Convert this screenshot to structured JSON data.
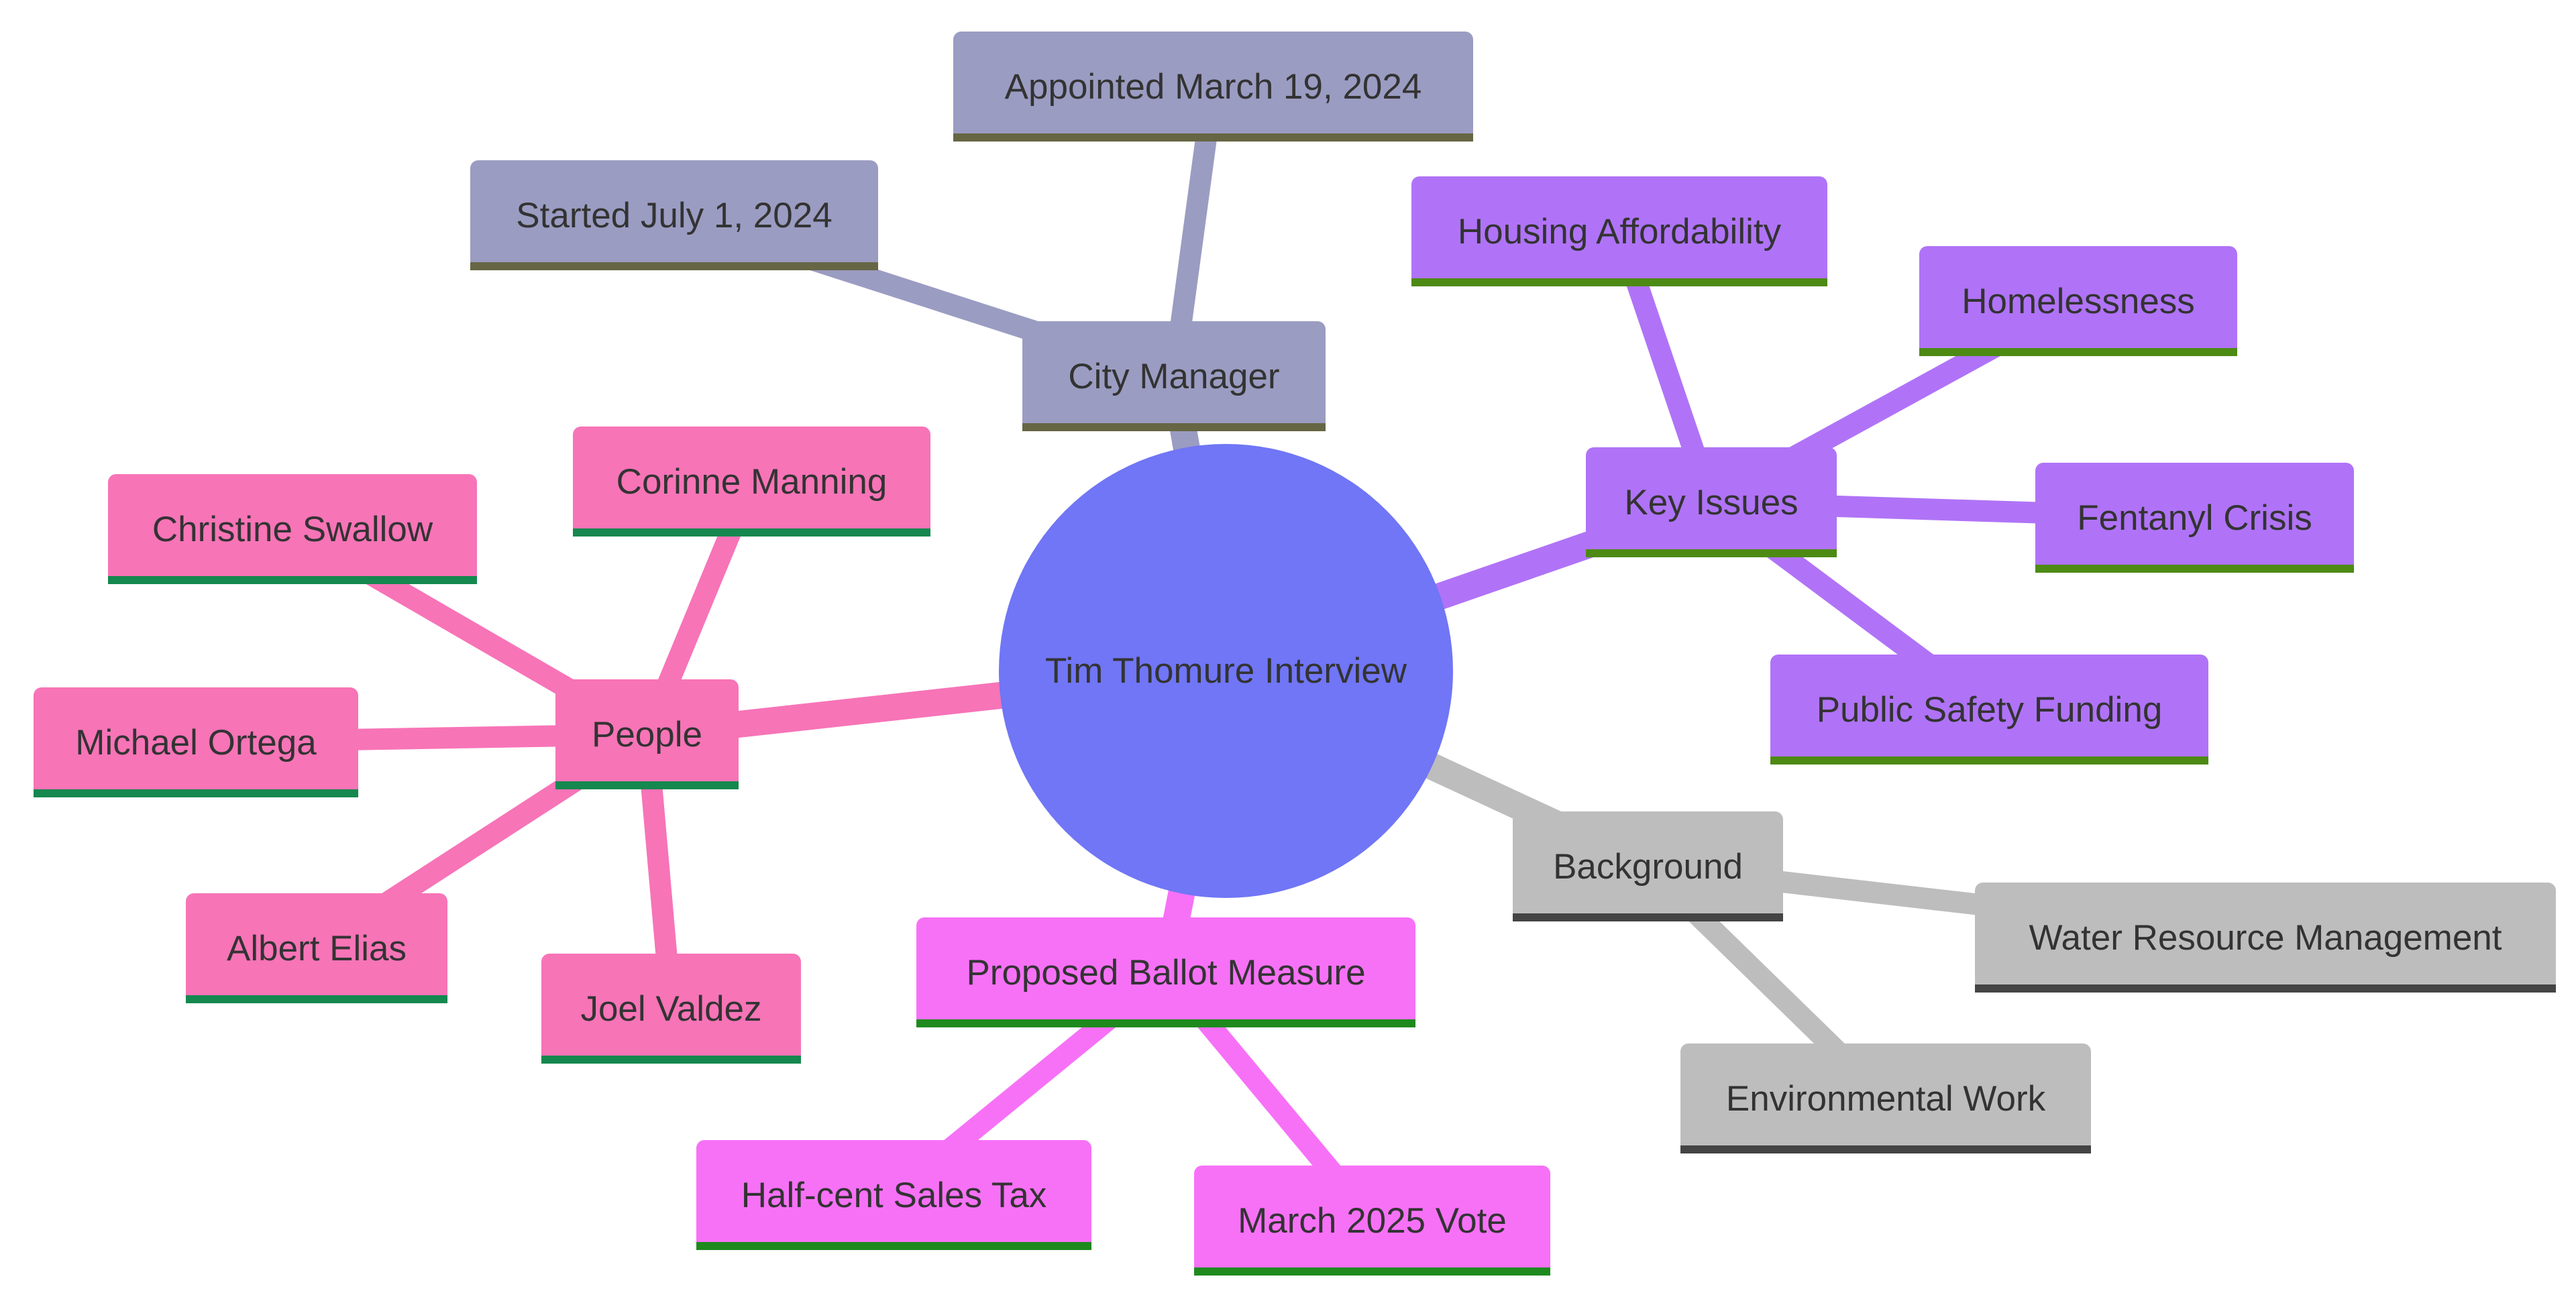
{
  "root": {
    "label": "Tim Thomure Interview",
    "color": "#7076f5"
  },
  "branches": [
    {
      "key": "city-manager",
      "label": "City Manager",
      "color": "#9b9cc2",
      "underline": "#666644",
      "children": [
        "Appointed March 19, 2024",
        "Started July 1, 2024"
      ]
    },
    {
      "key": "key-issues",
      "label": "Key Issues",
      "color": "#b073f7",
      "underline": "#4d8a14",
      "children": [
        "Housing Affordability",
        "Homelessness",
        "Fentanyl Crisis",
        "Public Safety Funding"
      ]
    },
    {
      "key": "background",
      "label": "Background",
      "color": "#bdbdbd",
      "underline": "#444444",
      "children": [
        "Water Resource Management",
        "Environmental Work"
      ]
    },
    {
      "key": "ballot",
      "label": "Proposed Ballot Measure",
      "color": "#f771f7",
      "underline": "#1e8a1e",
      "children": [
        "Half-cent Sales Tax",
        "March 2025 Vote"
      ]
    },
    {
      "key": "people",
      "label": "People",
      "color": "#f774b7",
      "underline": "#14884e",
      "children": [
        "Corinne Manning",
        "Christine Swallow",
        "Michael Ortega",
        "Albert Elias",
        "Joel Valdez"
      ]
    }
  ]
}
